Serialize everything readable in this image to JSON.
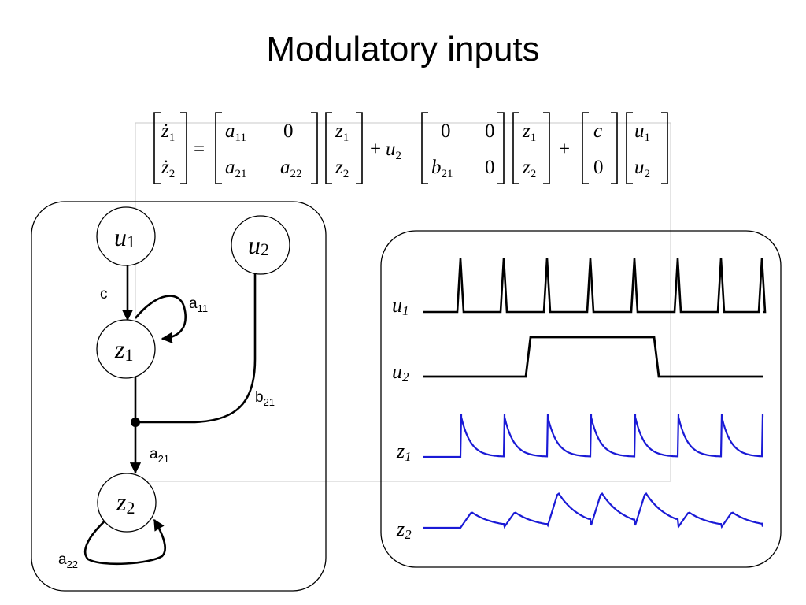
{
  "title": "Modulatory inputs",
  "equation": {
    "lhs": {
      "symbol": "ż",
      "sub1": "1",
      "sub2": "2"
    },
    "equals": "=",
    "plus": "+",
    "A": {
      "a11_sym": "a",
      "a11_sub": "11",
      "a12": "0",
      "a21_sym": "a",
      "a21_sub": "21",
      "a22_sym": "a",
      "a22_sub": "22"
    },
    "z": {
      "sym": "z",
      "sub1": "1",
      "sub2": "2"
    },
    "modulator": {
      "sym": "u",
      "sub": "2"
    },
    "B": {
      "b11": "0",
      "b12": "0",
      "b21_sym": "b",
      "b21_sub": "21",
      "b22": "0"
    },
    "C": {
      "c1": "c",
      "c2": "0"
    },
    "u": {
      "sym": "u",
      "sub1": "1",
      "sub2": "2"
    }
  },
  "graph": {
    "nodes": {
      "u1": {
        "sym": "u",
        "sub": "1"
      },
      "u2": {
        "sym": "u",
        "sub": "2"
      },
      "z1": {
        "sym": "z",
        "sub": "1"
      },
      "z2": {
        "sym": "z",
        "sub": "2"
      }
    },
    "edges": {
      "c": "c",
      "a11": {
        "sym": "a",
        "sub": "11"
      },
      "b21": {
        "sym": "b",
        "sub": "21"
      },
      "a21": {
        "sym": "a",
        "sub": "21"
      },
      "a22": {
        "sym": "a",
        "sub": "22"
      }
    }
  },
  "signals": {
    "u1": {
      "sym": "u",
      "sub": "1"
    },
    "u2": {
      "sym": "u",
      "sub": "2"
    },
    "z1": {
      "sym": "z",
      "sub": "1"
    },
    "z2": {
      "sym": "z",
      "sub": "2"
    }
  },
  "colors": {
    "response": "#1a1ad6",
    "input": "#000000"
  }
}
